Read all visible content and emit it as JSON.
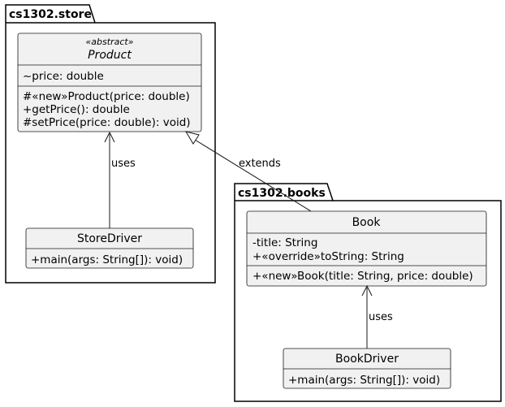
{
  "packages": {
    "store": {
      "name": "cs1302.store"
    },
    "books": {
      "name": "cs1302.books"
    }
  },
  "classes": {
    "product": {
      "stereotype": "«abstract»",
      "name": "Product",
      "fields": [
        "~price: double"
      ],
      "methods": [
        "#«new»Product(price: double)",
        "+getPrice(): double",
        "#setPrice(price: double): void)"
      ]
    },
    "store_driver": {
      "name": "StoreDriver",
      "fields": [],
      "methods": [
        "+main(args: String[]): void)"
      ]
    },
    "book": {
      "name": "Book",
      "fields": [
        "-title: String",
        "+«override»toString: String"
      ],
      "methods": [
        "+«new»Book(title: String, price: double)"
      ]
    },
    "book_driver": {
      "name": "BookDriver",
      "fields": [],
      "methods": [
        "+main(args: String[]): void)"
      ]
    }
  },
  "relations": {
    "store_uses": "uses",
    "extends": "extends",
    "books_uses": "uses"
  },
  "colors": {
    "class_fill": "#f1f1f1",
    "border": "#181818",
    "line": "#181818"
  }
}
